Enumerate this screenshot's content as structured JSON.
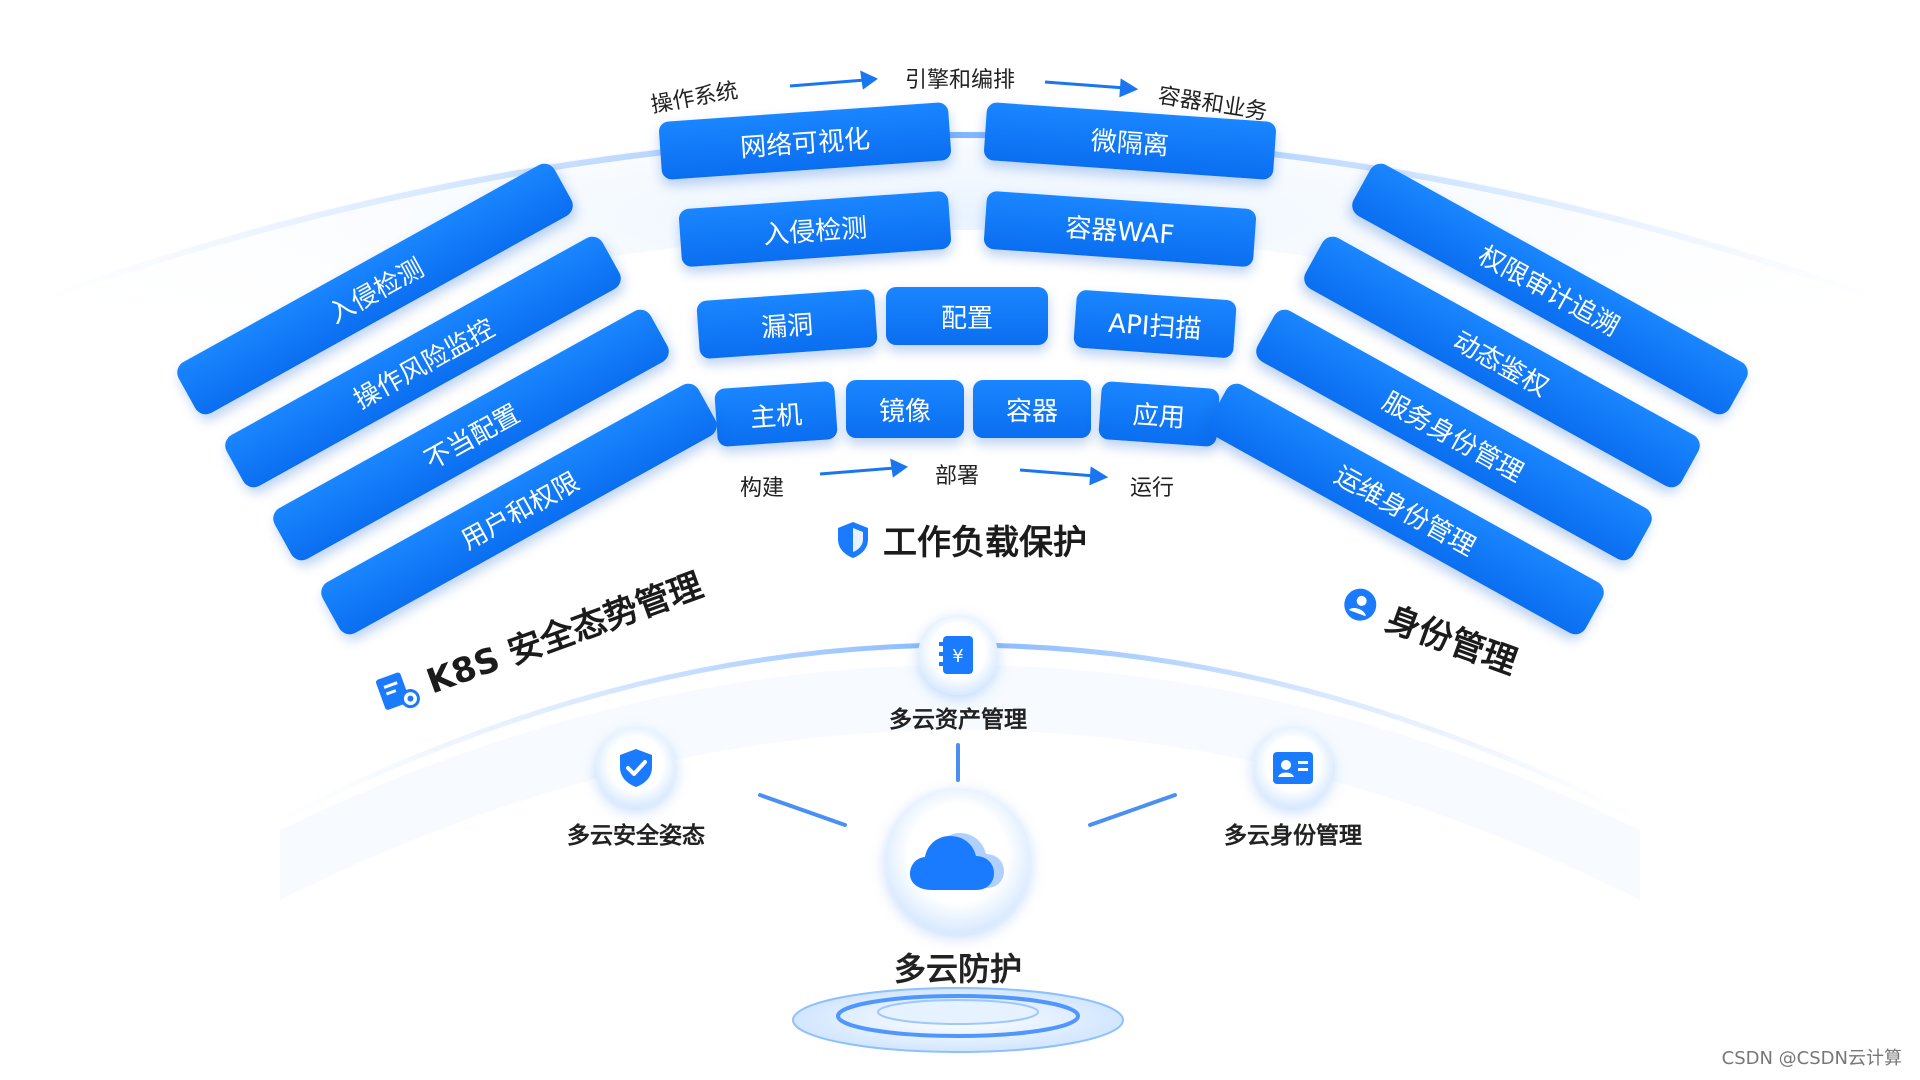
{
  "workload": {
    "flow_top": [
      "操作系统",
      "引擎和编排",
      "容器和业务"
    ],
    "flow_bottom": [
      "构建",
      "部署",
      "运行"
    ],
    "rows": [
      [
        "网络可视化",
        "微隔离"
      ],
      [
        "入侵检测",
        "容器WAF"
      ],
      [
        "漏洞",
        "配置",
        "API扫描"
      ],
      [
        "主机",
        "镜像",
        "容器",
        "应用"
      ]
    ],
    "title": "工作负载保护"
  },
  "k8s": {
    "items": [
      "入侵检测",
      "操作风险监控",
      "不当配置",
      "用户和权限"
    ],
    "title": "K8S 安全态势管理"
  },
  "identity": {
    "items": [
      "权限审计追溯",
      "动态鉴权",
      "服务身份管理",
      "运维身份管理"
    ],
    "title": "身份管理"
  },
  "multicloud": {
    "asset": "多云资产管理",
    "posture": "多云安全姿态",
    "identity": "多云身份管理",
    "center": "多云防护"
  },
  "watermark": "CSDN @CSDN云计算",
  "colors": {
    "primary": "#0a6ef0",
    "light": "#bcdcff"
  }
}
